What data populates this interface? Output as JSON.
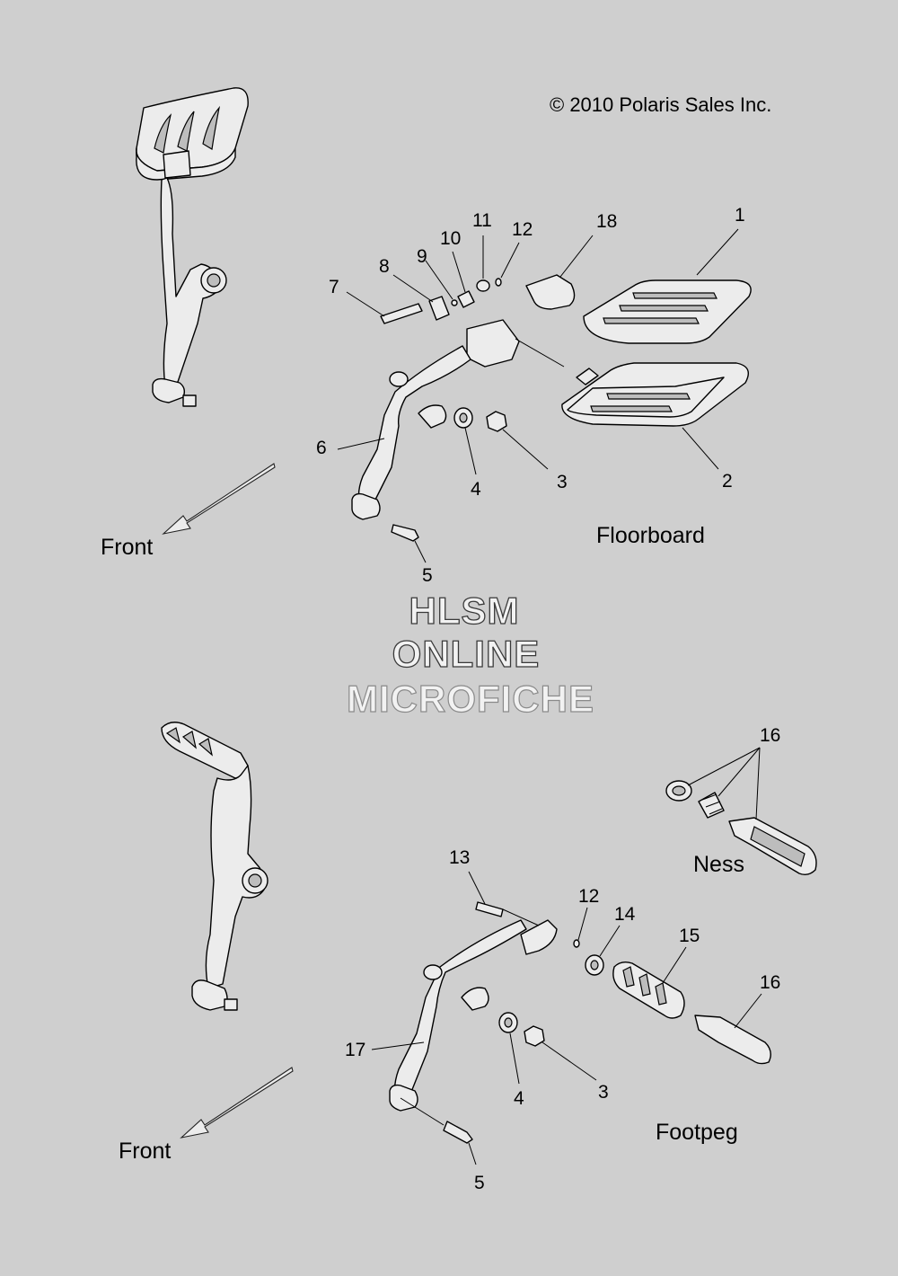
{
  "copyright": "© 2010 Polaris Sales Inc.",
  "sections": {
    "floorboard": "Floorboard",
    "footpeg": "Footpeg",
    "ness": "Ness",
    "front_top": "Front",
    "front_bottom": "Front"
  },
  "watermark": {
    "line1": "HLSM",
    "line2": "ONLINE",
    "line3": "MICROFICHE"
  },
  "callouts": {
    "c1": "1",
    "c2": "2",
    "c3a": "3",
    "c4a": "4",
    "c5a": "5",
    "c6": "6",
    "c7": "7",
    "c8": "8",
    "c9": "9",
    "c10": "10",
    "c11": "11",
    "c12a": "12",
    "c18": "18",
    "c16a": "16",
    "c13": "13",
    "c12b": "12",
    "c14": "14",
    "c15": "15",
    "c16b": "16",
    "c17": "17",
    "c4b": "4",
    "c3b": "3",
    "c5b": "5"
  },
  "colors": {
    "background": "#cfcfcf",
    "line": "#000000",
    "part_fill": "#ececec"
  }
}
